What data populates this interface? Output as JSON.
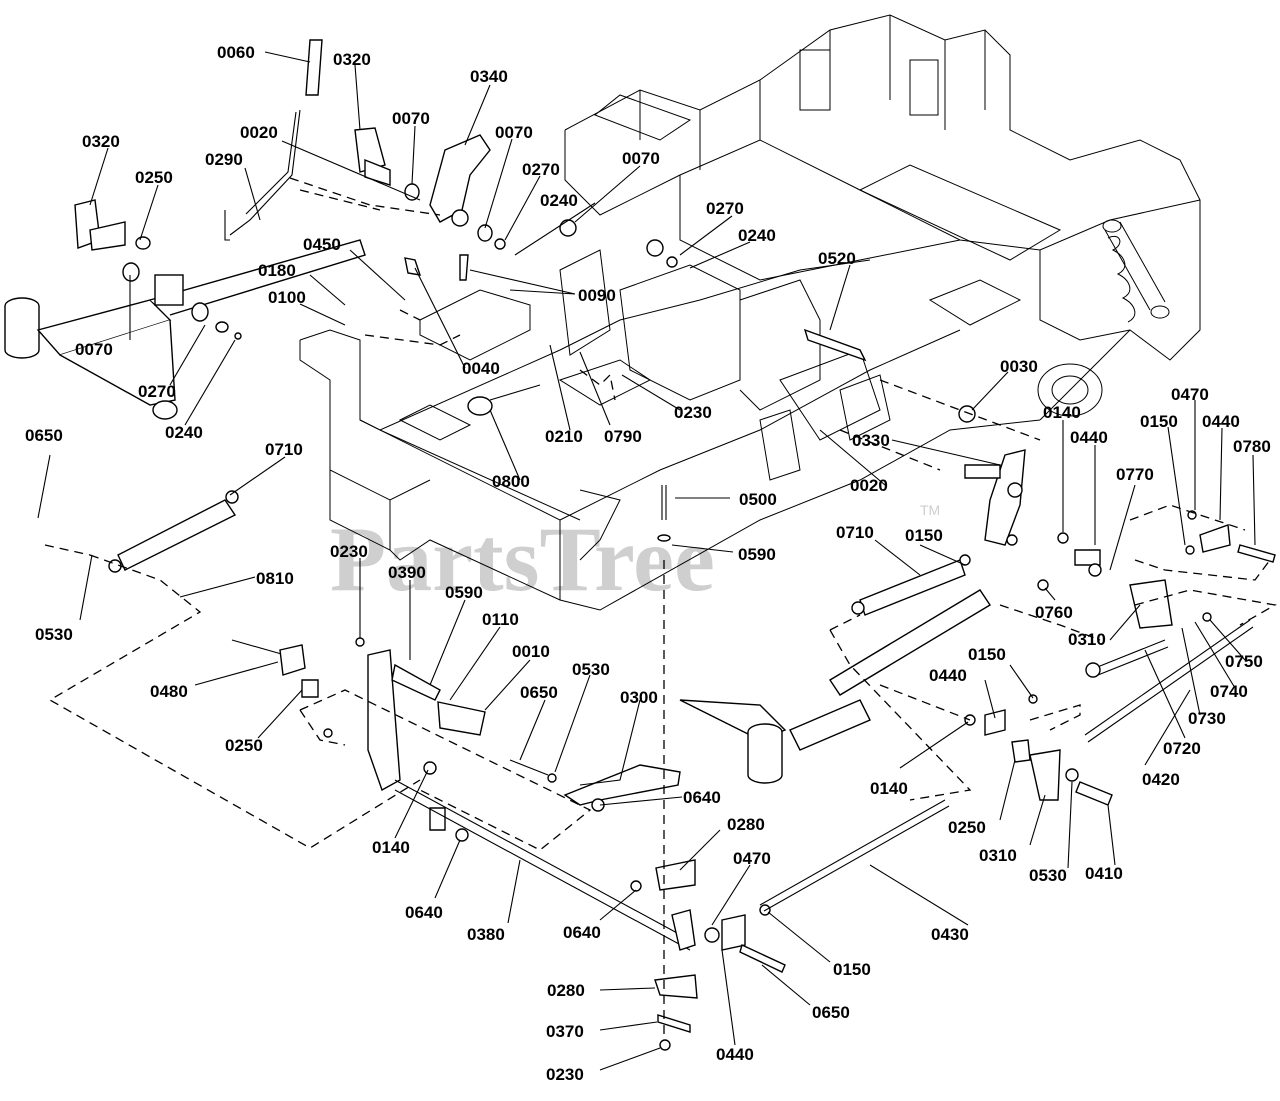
{
  "diagram": {
    "watermark": "PartsTree",
    "trademark": "TM",
    "callouts": [
      "0060",
      "0320",
      "0340",
      "0070",
      "0020",
      "0070",
      "0320",
      "0290",
      "0250",
      "0270",
      "0240",
      "0070",
      "0270",
      "0240",
      "0520",
      "0450",
      "0180",
      "0100",
      "0090",
      "0070",
      "0040",
      "0270",
      "0240",
      "0230",
      "0030",
      "0210",
      "0790",
      "0800",
      "0650",
      "0710",
      "0500",
      "0020",
      "0330",
      "0470",
      "0140",
      "0440",
      "0150",
      "0440",
      "0780",
      "0590",
      "0230",
      "0710",
      "0150",
      "0770",
      "0390",
      "0590",
      "0110",
      "0760",
      "0310",
      "0750",
      "0530",
      "0810",
      "0010",
      "0740",
      "0480",
      "0530",
      "0150",
      "0440",
      "0650",
      "0300",
      "0730",
      "0250",
      "0720",
      "0140",
      "0420",
      "0640",
      "0140",
      "0250",
      "0310",
      "0530",
      "0410",
      "0280",
      "0640",
      "0380",
      "0640",
      "0470",
      "0430",
      "0150",
      "0280",
      "0650",
      "0370",
      "0440",
      "0230"
    ]
  }
}
